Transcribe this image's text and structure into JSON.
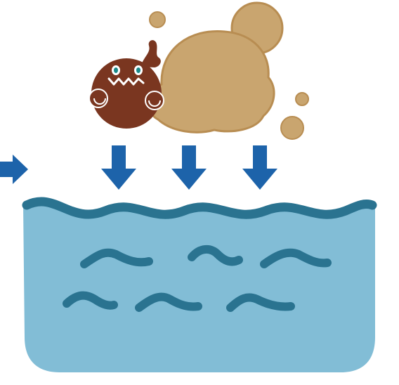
{
  "illustration": {
    "description_tags": [
      "water-contamination",
      "pollution-entering-water"
    ],
    "palette": {
      "background": "#ffffff",
      "water_fill": "#82bdd6",
      "wave_dark": "#2a7390",
      "arrow_blue": "#1d63aa",
      "cloud_tan": "#c9a56f",
      "cloud_outline": "#b88d52",
      "monster_brown": "#7a3620",
      "monster_dark": "#5a2514",
      "eye_teal": "#1a8a8a"
    },
    "arrow_count_down": 3,
    "arrow_count_side": 1,
    "wave_squiggle_count": 6
  }
}
